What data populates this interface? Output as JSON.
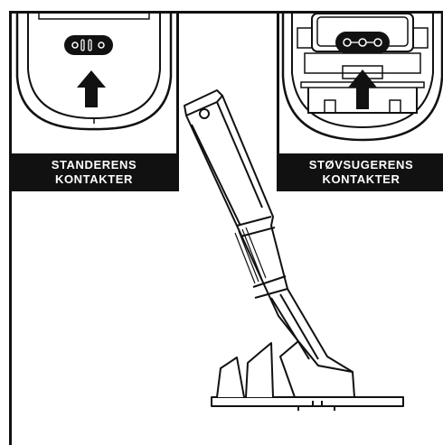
{
  "left_panel": {
    "label_line1": "STANDERENS",
    "label_line2": "KONTAKTER",
    "icon": "arrow-up-icon"
  },
  "right_panel": {
    "label_line1": "STØVSUGERENS",
    "label_line2": "KONTAKTER",
    "icon": "arrow-up-icon"
  },
  "colors": {
    "line": "#111111",
    "label_bg": "#111111",
    "label_text": "#ffffff",
    "background": "#ffffff"
  }
}
